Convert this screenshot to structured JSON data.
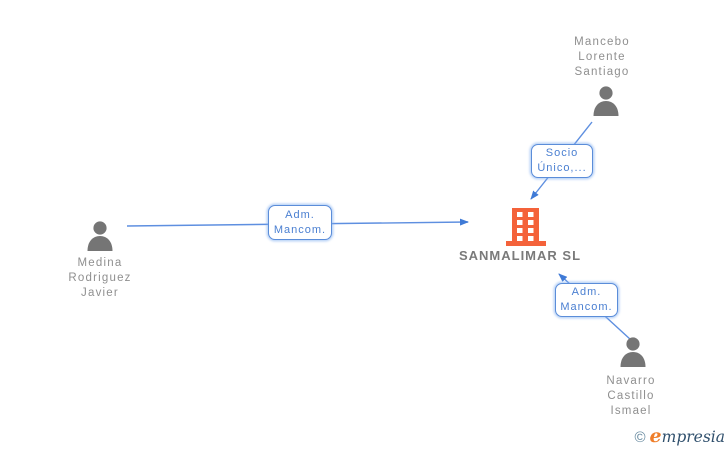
{
  "company": {
    "name": "SANMALIMAR SL"
  },
  "persons": [
    {
      "id": "mancebo",
      "lines": [
        "Mancebo",
        "Lorente",
        "Santiago"
      ]
    },
    {
      "id": "medina",
      "lines": [
        "Medina",
        "Rodriguez",
        "Javier"
      ]
    },
    {
      "id": "navarro",
      "lines": [
        "Navarro",
        "Castillo",
        "Ismael"
      ]
    }
  ],
  "relations": [
    {
      "from": "Medina Rodriguez Javier",
      "to": "SANMALIMAR SL",
      "lines": [
        "Adm.",
        "Mancom."
      ]
    },
    {
      "from": "Mancebo Lorente Santiago",
      "to": "SANMALIMAR SL",
      "lines": [
        "Socio",
        "Único,..."
      ]
    },
    {
      "from": "Navarro Castillo Ismael",
      "to": "SANMALIMAR SL",
      "lines": [
        "Adm.",
        "Mancom."
      ]
    }
  ],
  "watermark": {
    "symbol": "©",
    "accent": "e",
    "rest": "mpresia"
  },
  "colors": {
    "edge_blue": "#5E8FE0",
    "arrow_blue": "#3F7AD6",
    "label_border_blue": "#5B8DD9",
    "label_text_blue": "#4A7FD1",
    "company_orange": "#F4623A",
    "person_gray": "#757575",
    "name_text_gray": "#8F8F8F",
    "company_text_gray": "#7A7A7A"
  }
}
